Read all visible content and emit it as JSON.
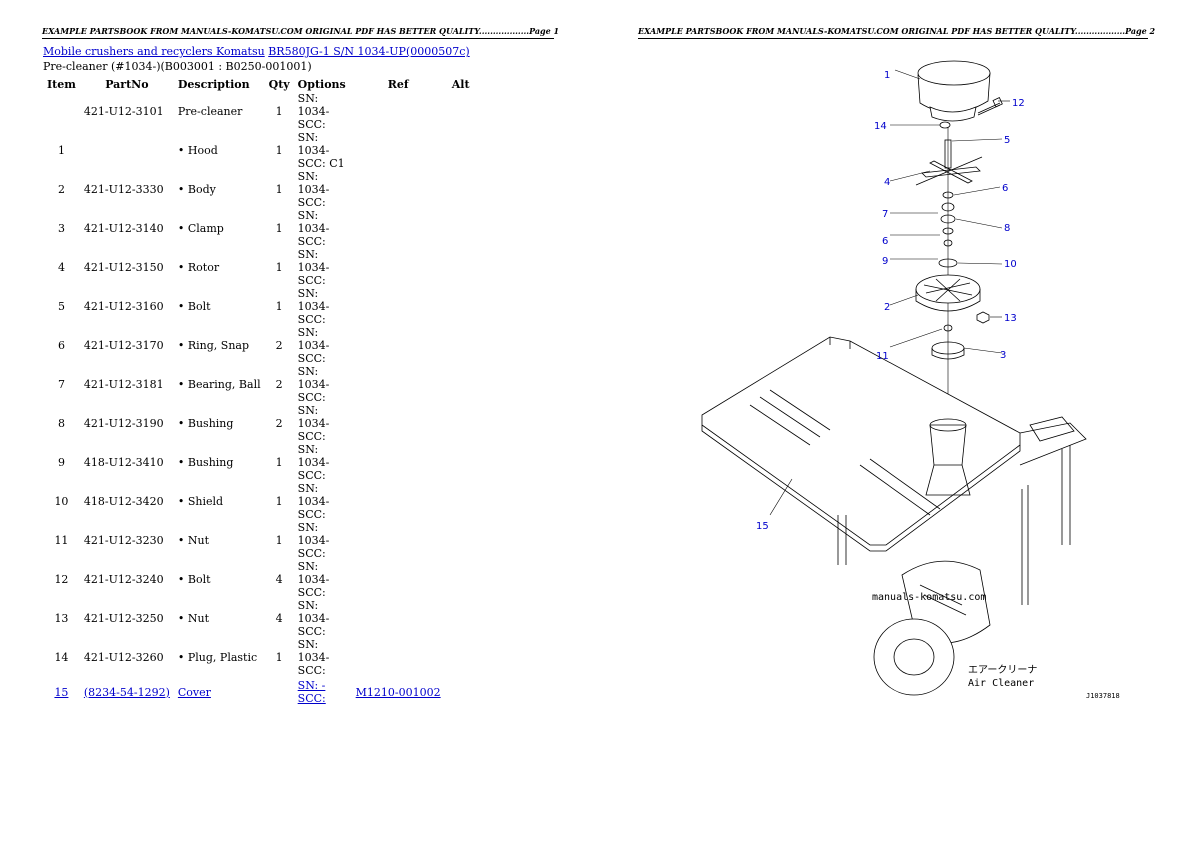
{
  "page1_header": "EXAMPLE PARTSBOOK FROM MANUALS-KOMATSU.COM ORIGINAL PDF HAS BETTER QUALITY..................Page 1",
  "page2_header": "EXAMPLE PARTSBOOK FROM MANUALS-KOMATSU.COM ORIGINAL PDF HAS BETTER QUALITY..................Page 2",
  "breadcrumb": {
    "link1": "Mobile crushers and recyclers Komatsu",
    "link2": "BR580JG-1 S/N 1034-UP(0000507c)"
  },
  "subtitle": "Pre-cleaner (#1034-)(B003001 : B0250-001001)",
  "columns": [
    "Item",
    "PartNo",
    "Description",
    "Qty",
    "Options",
    "Ref",
    "Alt"
  ],
  "rows": [
    {
      "item": "",
      "partno": "421-U12-3101",
      "desc": "Pre-cleaner",
      "qty": "1",
      "opt1": "SN: 1034-",
      "opt2": "SCC:",
      "ref": "",
      "alt": ""
    },
    {
      "item": "1",
      "partno": "",
      "desc": "• Hood",
      "qty": "1",
      "opt1": "SN: 1034-",
      "opt2": "SCC: C1",
      "ref": "",
      "alt": ""
    },
    {
      "item": "2",
      "partno": "421-U12-3330",
      "desc": "• Body",
      "qty": "1",
      "opt1": "SN: 1034-",
      "opt2": "SCC:",
      "ref": "",
      "alt": ""
    },
    {
      "item": "3",
      "partno": "421-U12-3140",
      "desc": "• Clamp",
      "qty": "1",
      "opt1": "SN: 1034-",
      "opt2": "SCC:",
      "ref": "",
      "alt": ""
    },
    {
      "item": "4",
      "partno": "421-U12-3150",
      "desc": "• Rotor",
      "qty": "1",
      "opt1": "SN: 1034-",
      "opt2": "SCC:",
      "ref": "",
      "alt": ""
    },
    {
      "item": "5",
      "partno": "421-U12-3160",
      "desc": "• Bolt",
      "qty": "1",
      "opt1": "SN: 1034-",
      "opt2": "SCC:",
      "ref": "",
      "alt": ""
    },
    {
      "item": "6",
      "partno": "421-U12-3170",
      "desc": "• Ring, Snap",
      "qty": "2",
      "opt1": "SN: 1034-",
      "opt2": "SCC:",
      "ref": "",
      "alt": ""
    },
    {
      "item": "7",
      "partno": "421-U12-3181",
      "desc": "• Bearing, Ball",
      "qty": "2",
      "opt1": "SN: 1034-",
      "opt2": "SCC:",
      "ref": "",
      "alt": ""
    },
    {
      "item": "8",
      "partno": "421-U12-3190",
      "desc": "• Bushing",
      "qty": "2",
      "opt1": "SN: 1034-",
      "opt2": "SCC:",
      "ref": "",
      "alt": ""
    },
    {
      "item": "9",
      "partno": "418-U12-3410",
      "desc": "• Bushing",
      "qty": "1",
      "opt1": "SN: 1034-",
      "opt2": "SCC:",
      "ref": "",
      "alt": ""
    },
    {
      "item": "10",
      "partno": "418-U12-3420",
      "desc": "• Shield",
      "qty": "1",
      "opt1": "SN: 1034-",
      "opt2": "SCC:",
      "ref": "",
      "alt": ""
    },
    {
      "item": "11",
      "partno": "421-U12-3230",
      "desc": "• Nut",
      "qty": "1",
      "opt1": "SN: 1034-",
      "opt2": "SCC:",
      "ref": "",
      "alt": ""
    },
    {
      "item": "12",
      "partno": "421-U12-3240",
      "desc": "• Bolt",
      "qty": "4",
      "opt1": "SN: 1034-",
      "opt2": "SCC:",
      "ref": "",
      "alt": ""
    },
    {
      "item": "13",
      "partno": "421-U12-3250",
      "desc": "• Nut",
      "qty": "4",
      "opt1": "SN: 1034-",
      "opt2": "SCC:",
      "ref": "",
      "alt": ""
    },
    {
      "item": "14",
      "partno": "421-U12-3260",
      "desc": "• Plug, Plastic",
      "qty": "1",
      "opt1": "SN: 1034-",
      "opt2": "SCC:",
      "ref": "",
      "alt": ""
    }
  ],
  "link_row": {
    "item": "15",
    "partno": "(8234-54-1292)",
    "desc": "Cover",
    "qty": "",
    "opt1": "SN: -",
    "opt2": "SCC:",
    "ref": "M1210-001002",
    "alt": ""
  },
  "diagram": {
    "watermark": "manuals-komatsu.com",
    "jp_label": "エアークリーナ",
    "en_label": "Air Cleaner",
    "code": "J1037818",
    "callouts": [
      "1",
      "12",
      "14",
      "5",
      "4",
      "6",
      "7",
      "8",
      "6",
      "9",
      "10",
      "2",
      "13",
      "11",
      "3",
      "15"
    ]
  }
}
